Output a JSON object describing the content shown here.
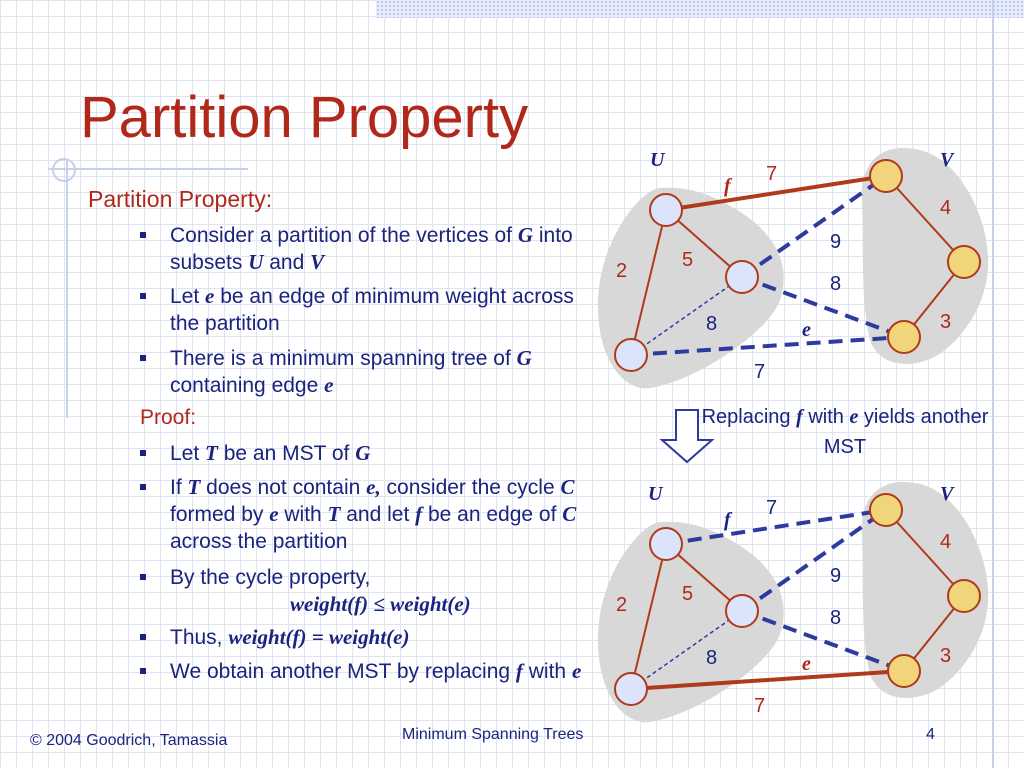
{
  "title": "Partition Property",
  "subtitle": "Partition Property:",
  "bullets1": [
    {
      "pre": "Consider a partition of the vertices of ",
      "g": "G",
      "mid": " into subsets ",
      "u": "U",
      "and": " and ",
      "v": "V"
    },
    {
      "pre": "Let ",
      "e": "e",
      "post": " be an edge of minimum weight across the partition"
    },
    {
      "pre": "There is a minimum spanning tree of ",
      "g": "G",
      "mid": " containing edge ",
      "e": "e"
    }
  ],
  "proof_label": "Proof:",
  "bullets2": [
    {
      "pre": "Let ",
      "t": "T",
      "mid": " be an MST of ",
      "g": "G"
    },
    {
      "pre": "If ",
      "t": "T",
      "a": " does not contain ",
      "e": "e,",
      "b": " consider the cycle ",
      "c": "C",
      "d": " formed by ",
      "e2": "e",
      "f": " with ",
      "t2": "T",
      "g": " and let ",
      "fv": "f",
      "h": " be an edge of ",
      "c2": "C",
      "i": " across the partition"
    },
    {
      "pre": "By the cycle property,"
    },
    {
      "pre": "Thus, "
    },
    {
      "pre": "We obtain another MST by replacing ",
      "f": "f",
      "mid": " with ",
      "e": "e"
    }
  ],
  "formula1": "weight(f) ≤ weight(e)",
  "formula2": "weight(f) = weight(e)",
  "caption_pre": "Replacing ",
  "caption_f": "f",
  "caption_mid": " with ",
  "caption_e": "e",
  "caption_post": " yields another MST",
  "footer_left": "© 2004 Goodrich, Tamassia",
  "footer_center": "Minimum Spanning Trees",
  "footer_page": "4",
  "graph_labels": {
    "U": "U",
    "V": "V",
    "f": "f",
    "e": "e"
  },
  "weights": {
    "w7top": "7",
    "w4": "4",
    "w9": "9",
    "w2": "2",
    "w5": "5",
    "w8mid": "8",
    "w8": "8",
    "w3": "3",
    "w7bot": "7"
  },
  "colors": {
    "title": "#b0281a",
    "text": "#1a237e",
    "edge_tree": "#b03a1a",
    "edge_dash": "#2d3a9e",
    "node_u": "#dbe4fb",
    "node_v": "#f0d57a"
  }
}
